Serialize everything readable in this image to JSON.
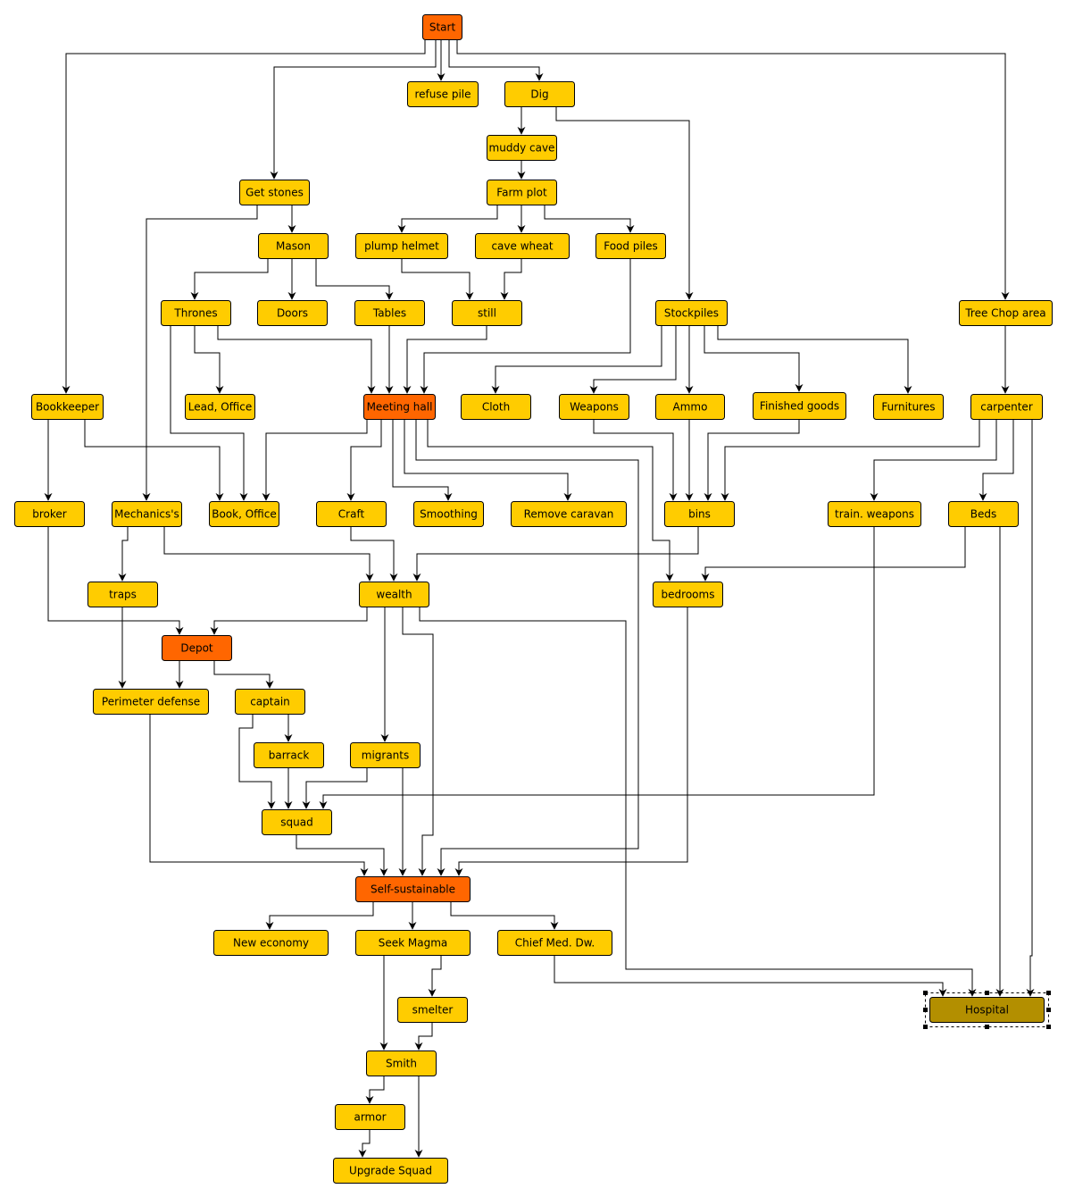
{
  "colors": {
    "default": "#FFCC00",
    "hub": "#FF6600",
    "selected": "#B38F00",
    "edge": "#000000",
    "handle": "#000000"
  },
  "nodes": {
    "start": {
      "label": "Start",
      "kind": "hub"
    },
    "refuse": {
      "label": "refuse pile",
      "kind": "default"
    },
    "dig": {
      "label": "Dig",
      "kind": "default"
    },
    "muddy": {
      "label": "muddy cave",
      "kind": "default"
    },
    "getstones": {
      "label": "Get stones",
      "kind": "default"
    },
    "farm": {
      "label": "Farm plot",
      "kind": "default"
    },
    "mason": {
      "label": "Mason",
      "kind": "default"
    },
    "plump": {
      "label": "plump helmet",
      "kind": "default"
    },
    "wheat": {
      "label": "cave wheat",
      "kind": "default"
    },
    "foodpiles": {
      "label": "Food piles",
      "kind": "default"
    },
    "thrones": {
      "label": "Thrones",
      "kind": "default"
    },
    "doors": {
      "label": "Doors",
      "kind": "default"
    },
    "tables": {
      "label": "Tables",
      "kind": "default"
    },
    "still": {
      "label": "still",
      "kind": "default"
    },
    "stockpiles": {
      "label": "Stockpiles",
      "kind": "default"
    },
    "treechop": {
      "label": "Tree Chop area",
      "kind": "default"
    },
    "bookkeeper": {
      "label": "Bookkeeper",
      "kind": "default"
    },
    "leadoffice": {
      "label": "Lead, Office",
      "kind": "default"
    },
    "meeting": {
      "label": "Meeting hall",
      "kind": "hub"
    },
    "cloth": {
      "label": "Cloth",
      "kind": "default"
    },
    "weapons": {
      "label": "Weapons",
      "kind": "default"
    },
    "ammo": {
      "label": "Ammo",
      "kind": "default"
    },
    "finished": {
      "label": "Finished goods",
      "kind": "default"
    },
    "furnitures": {
      "label": "Furnitures",
      "kind": "default"
    },
    "carpenter": {
      "label": "carpenter",
      "kind": "default"
    },
    "broker": {
      "label": "broker",
      "kind": "default"
    },
    "mechanics": {
      "label": "Mechanics's",
      "kind": "default"
    },
    "bookoffice": {
      "label": "Book, Office",
      "kind": "default"
    },
    "craft": {
      "label": "Craft",
      "kind": "default"
    },
    "smoothing": {
      "label": "Smoothing",
      "kind": "default"
    },
    "caravan": {
      "label": "Remove caravan",
      "kind": "default"
    },
    "bins": {
      "label": "bins",
      "kind": "default"
    },
    "trainweapons": {
      "label": "train. weapons",
      "kind": "default"
    },
    "beds": {
      "label": "Beds",
      "kind": "default"
    },
    "traps": {
      "label": "traps",
      "kind": "default"
    },
    "wealth": {
      "label": "wealth",
      "kind": "default"
    },
    "bedrooms": {
      "label": "bedrooms",
      "kind": "default"
    },
    "depot": {
      "label": "Depot",
      "kind": "hub"
    },
    "perimeter": {
      "label": "Perimeter defense",
      "kind": "default"
    },
    "captain": {
      "label": "captain",
      "kind": "default"
    },
    "barrack": {
      "label": "barrack",
      "kind": "default"
    },
    "migrants": {
      "label": "migrants",
      "kind": "default"
    },
    "squad": {
      "label": "squad",
      "kind": "default"
    },
    "selfsus": {
      "label": "Self-sustainable",
      "kind": "hub"
    },
    "neweconomy": {
      "label": "New economy",
      "kind": "default"
    },
    "seekmagma": {
      "label": "Seek Magma",
      "kind": "default"
    },
    "chiefmed": {
      "label": "Chief Med. Dw.",
      "kind": "default"
    },
    "hospital": {
      "label": "Hospital",
      "kind": "selected"
    },
    "smelter": {
      "label": "smelter",
      "kind": "default"
    },
    "smith": {
      "label": "Smith",
      "kind": "default"
    },
    "armor": {
      "label": "armor",
      "kind": "default"
    },
    "upgradesquad": {
      "label": "Upgrade Squad",
      "kind": "default"
    }
  },
  "edges": [
    {
      "from": "start",
      "to": "refuse"
    },
    {
      "from": "start",
      "to": "dig"
    },
    {
      "from": "start",
      "to": "getstones"
    },
    {
      "from": "start",
      "to": "bookkeeper"
    },
    {
      "from": "start",
      "to": "treechop"
    },
    {
      "from": "dig",
      "to": "muddy"
    },
    {
      "from": "dig",
      "to": "stockpiles"
    },
    {
      "from": "muddy",
      "to": "farm"
    },
    {
      "from": "farm",
      "to": "plump"
    },
    {
      "from": "farm",
      "to": "wheat"
    },
    {
      "from": "farm",
      "to": "foodpiles"
    },
    {
      "from": "getstones",
      "to": "mason"
    },
    {
      "from": "getstones",
      "to": "mechanics"
    },
    {
      "from": "mason",
      "to": "thrones"
    },
    {
      "from": "mason",
      "to": "doors"
    },
    {
      "from": "mason",
      "to": "tables"
    },
    {
      "from": "plump",
      "to": "still"
    },
    {
      "from": "wheat",
      "to": "still"
    },
    {
      "from": "thrones",
      "to": "leadoffice"
    },
    {
      "from": "thrones",
      "to": "bookoffice"
    },
    {
      "from": "thrones",
      "to": "meeting"
    },
    {
      "from": "tables",
      "to": "meeting"
    },
    {
      "from": "still",
      "to": "meeting"
    },
    {
      "from": "foodpiles",
      "to": "meeting"
    },
    {
      "from": "stockpiles",
      "to": "cloth"
    },
    {
      "from": "stockpiles",
      "to": "weapons"
    },
    {
      "from": "stockpiles",
      "to": "ammo"
    },
    {
      "from": "stockpiles",
      "to": "finished"
    },
    {
      "from": "stockpiles",
      "to": "furnitures"
    },
    {
      "from": "treechop",
      "to": "carpenter"
    },
    {
      "from": "bookkeeper",
      "to": "broker"
    },
    {
      "from": "bookkeeper",
      "to": "bookoffice"
    },
    {
      "from": "meeting",
      "to": "bookoffice"
    },
    {
      "from": "meeting",
      "to": "craft"
    },
    {
      "from": "meeting",
      "to": "smoothing"
    },
    {
      "from": "meeting",
      "to": "caravan"
    },
    {
      "from": "meeting",
      "to": "bedrooms"
    },
    {
      "from": "meeting",
      "to": "selfsus"
    },
    {
      "from": "weapons",
      "to": "bins"
    },
    {
      "from": "ammo",
      "to": "bins"
    },
    {
      "from": "finished",
      "to": "bins"
    },
    {
      "from": "carpenter",
      "to": "bins"
    },
    {
      "from": "carpenter",
      "to": "trainweapons"
    },
    {
      "from": "carpenter",
      "to": "beds"
    },
    {
      "from": "carpenter",
      "to": "hospital"
    },
    {
      "from": "broker",
      "to": "depot"
    },
    {
      "from": "mechanics",
      "to": "traps"
    },
    {
      "from": "mechanics",
      "to": "wealth"
    },
    {
      "from": "craft",
      "to": "wealth"
    },
    {
      "from": "bins",
      "to": "wealth"
    },
    {
      "from": "beds",
      "to": "bedrooms"
    },
    {
      "from": "beds",
      "to": "hospital"
    },
    {
      "from": "traps",
      "to": "perimeter"
    },
    {
      "from": "wealth",
      "to": "depot"
    },
    {
      "from": "wealth",
      "to": "migrants"
    },
    {
      "from": "wealth",
      "to": "selfsus"
    },
    {
      "from": "wealth",
      "to": "hospital"
    },
    {
      "from": "depot",
      "to": "perimeter"
    },
    {
      "from": "depot",
      "to": "captain"
    },
    {
      "from": "captain",
      "to": "barrack"
    },
    {
      "from": "captain",
      "to": "squad"
    },
    {
      "from": "barrack",
      "to": "squad"
    },
    {
      "from": "migrants",
      "to": "squad"
    },
    {
      "from": "migrants",
      "to": "selfsus"
    },
    {
      "from": "trainweapons",
      "to": "squad"
    },
    {
      "from": "perimeter",
      "to": "selfsus"
    },
    {
      "from": "squad",
      "to": "selfsus"
    },
    {
      "from": "bedrooms",
      "to": "selfsus"
    },
    {
      "from": "selfsus",
      "to": "neweconomy"
    },
    {
      "from": "selfsus",
      "to": "seekmagma"
    },
    {
      "from": "selfsus",
      "to": "chiefmed"
    },
    {
      "from": "chiefmed",
      "to": "hospital"
    },
    {
      "from": "seekmagma",
      "to": "smelter"
    },
    {
      "from": "seekmagma",
      "to": "smith"
    },
    {
      "from": "smelter",
      "to": "smith"
    },
    {
      "from": "smith",
      "to": "armor"
    },
    {
      "from": "smith",
      "to": "upgradesquad"
    },
    {
      "from": "armor",
      "to": "upgradesquad"
    }
  ]
}
